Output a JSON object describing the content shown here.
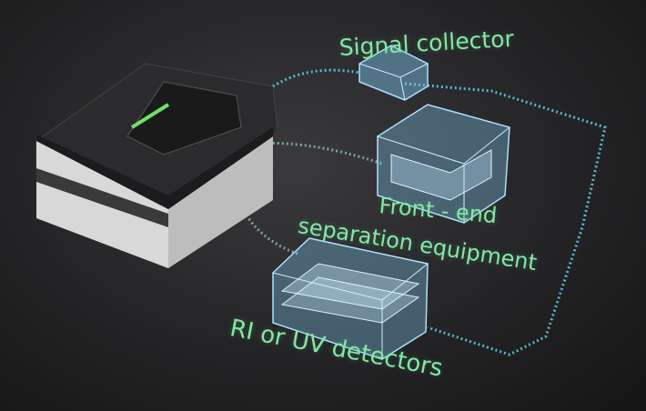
{
  "labels": {
    "signal_collector": "Signal collector",
    "front_end": "Front - end",
    "separation_equipment": "separation equipment",
    "detectors": "RI or UV detectors"
  },
  "colors": {
    "label_green": "#86e6a6",
    "module_blue": "#7fc8f0",
    "link_cyan": "#5fd0f0"
  }
}
